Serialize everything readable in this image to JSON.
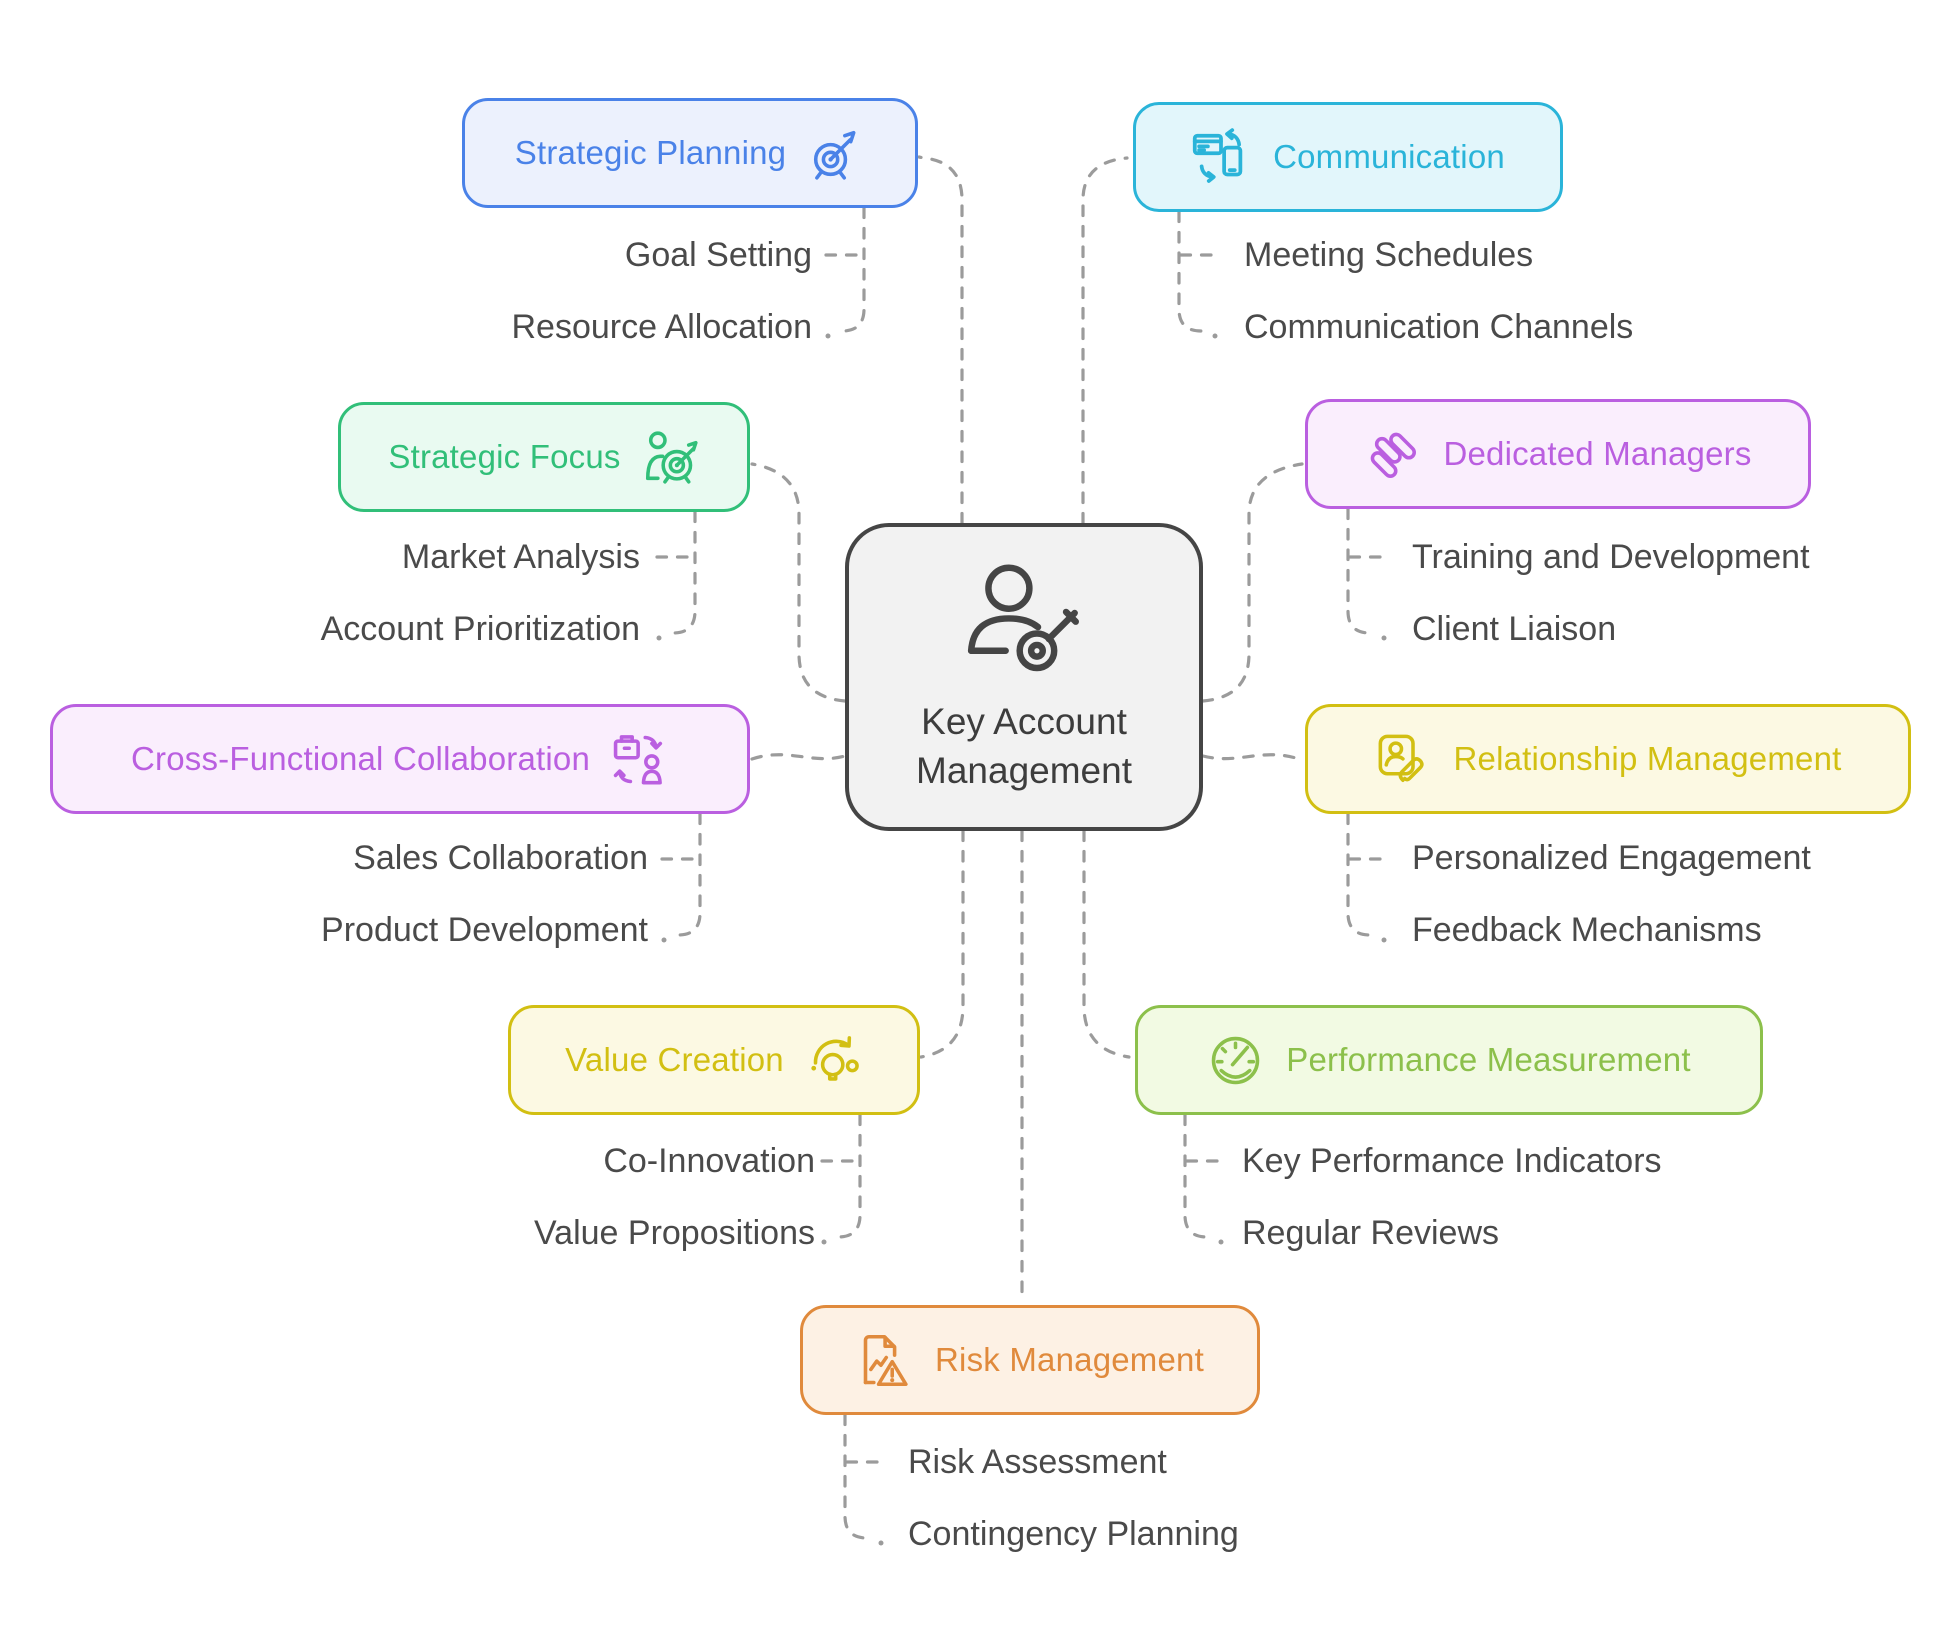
{
  "central": {
    "label": "Key Account Management",
    "icon": "person-key-icon"
  },
  "branches": [
    {
      "id": "strategic-planning",
      "label": "Strategic Planning",
      "icon": "target-dart-icon",
      "color": "#4a82e8",
      "bg": "#ecf1fd",
      "children": [
        "Goal Setting",
        "Resource Allocation"
      ]
    },
    {
      "id": "communication",
      "label": "Communication",
      "icon": "devices-sync-icon",
      "color": "#2ab4d9",
      "bg": "#e2f6fb",
      "children": [
        "Meeting Schedules",
        "Communication Channels"
      ]
    },
    {
      "id": "strategic-focus",
      "label": "Strategic Focus",
      "icon": "person-target-icon",
      "color": "#31bf79",
      "bg": "#e9faf1",
      "children": [
        "Market Analysis",
        "Account Prioritization"
      ]
    },
    {
      "id": "dedicated-managers",
      "label": "Dedicated Managers",
      "icon": "capsule-steps-icon",
      "color": "#ba5fe0",
      "bg": "#faeefd",
      "children": [
        "Training and Development",
        "Client Liaison"
      ]
    },
    {
      "id": "cross-functional-collaboration",
      "label": "Cross-Functional Collaboration",
      "icon": "briefcase-person-sync-icon",
      "color": "#ba5fe0",
      "bg": "#faeefd",
      "children": [
        "Sales Collaboration",
        "Product Development"
      ]
    },
    {
      "id": "relationship-management",
      "label": "Relationship Management",
      "icon": "id-card-paperclip-icon",
      "color": "#d2bf12",
      "bg": "#fcf9e3",
      "children": [
        "Personalized Engagement",
        "Feedback Mechanisms"
      ]
    },
    {
      "id": "value-creation",
      "label": "Value Creation",
      "icon": "lightbulb-orbit-icon",
      "color": "#d2bf12",
      "bg": "#fcf9e3",
      "children": [
        "Co-Innovation",
        "Value Propositions"
      ]
    },
    {
      "id": "performance-measurement",
      "label": "Performance Measurement",
      "icon": "gauge-icon",
      "color": "#8cc04b",
      "bg": "#f2fae3",
      "children": [
        "Key Performance Indicators",
        "Regular Reviews"
      ]
    },
    {
      "id": "risk-management",
      "label": "Risk Management",
      "icon": "chart-warning-icon",
      "color": "#e08a3c",
      "bg": "#fdf1e4",
      "children": [
        "Risk Assessment",
        "Contingency Planning"
      ]
    }
  ],
  "palette": {
    "connector": "#9b9b9b",
    "central_border": "#454545",
    "central_bg": "#f2f2f2",
    "central_text": "#3d3d3d",
    "subtopic_text": "#4a4a4a"
  }
}
